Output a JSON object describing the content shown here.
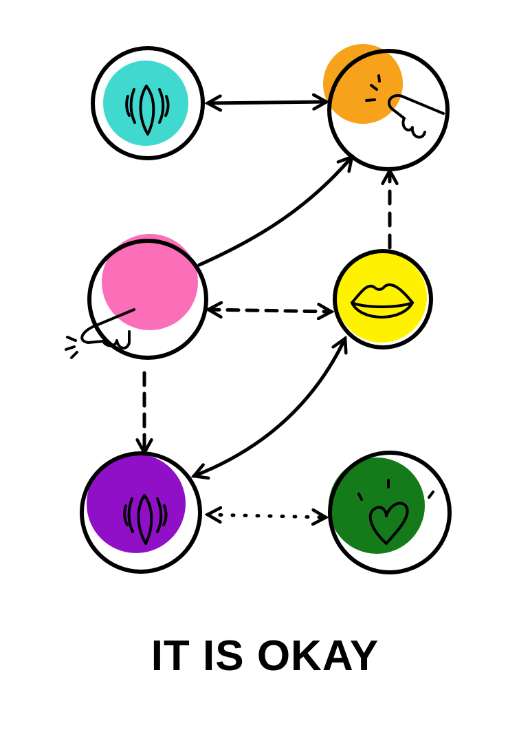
{
  "title": "IT IS OKAY",
  "colors": {
    "cyan": "#3fd9cf",
    "orange": "#f7a21b",
    "pink": "#fb6fb8",
    "yellow": "#fff200",
    "purple": "#9010c8",
    "green": "#157a1a"
  },
  "nodes": [
    {
      "id": "vulva-cyan",
      "icon": "vulva-icon",
      "color": "cyan"
    },
    {
      "id": "finger-touch-orange",
      "icon": "finger-touch-icon",
      "color": "orange"
    },
    {
      "id": "finger-touch-pink",
      "icon": "finger-touch-icon",
      "color": "pink"
    },
    {
      "id": "lips-yellow",
      "icon": "lips-icon",
      "color": "yellow"
    },
    {
      "id": "vulva-purple",
      "icon": "vulva-icon",
      "color": "purple"
    },
    {
      "id": "heart-green",
      "icon": "heart-icon",
      "color": "green"
    }
  ],
  "edges": [
    {
      "from": "vulva-cyan",
      "to": "finger-touch-orange",
      "style": "solid",
      "direction": "both"
    },
    {
      "from": "finger-touch-pink",
      "to": "finger-touch-orange",
      "style": "solid",
      "direction": "forward"
    },
    {
      "from": "lips-yellow",
      "to": "finger-touch-orange",
      "style": "dashed",
      "direction": "forward"
    },
    {
      "from": "finger-touch-pink",
      "to": "lips-yellow",
      "style": "dashed",
      "direction": "both"
    },
    {
      "from": "finger-touch-pink",
      "to": "vulva-purple",
      "style": "dashed",
      "direction": "forward"
    },
    {
      "from": "lips-yellow",
      "to": "vulva-purple",
      "style": "solid",
      "direction": "both"
    },
    {
      "from": "vulva-purple",
      "to": "heart-green",
      "style": "dotted",
      "direction": "both"
    }
  ]
}
